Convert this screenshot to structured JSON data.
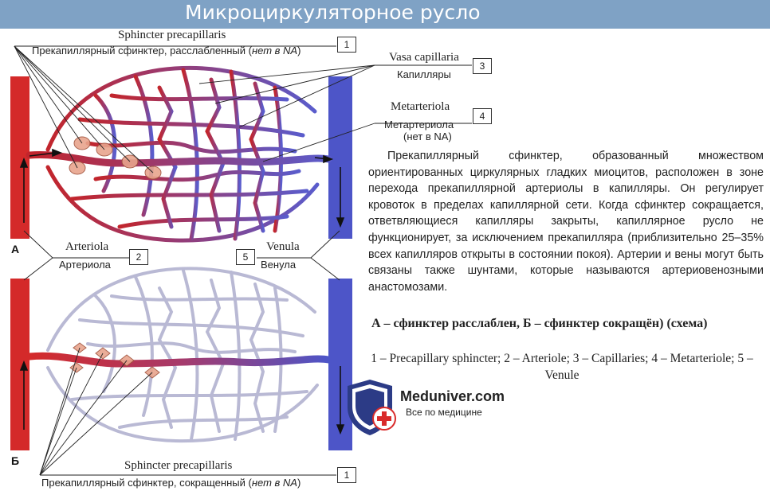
{
  "header": {
    "title": "Микроциркуляторное русло"
  },
  "labels": {
    "sphincter_top_latin": "Sphincter precapillaris",
    "sphincter_top_rus_a": "Прекапиллярный сфинктер, расслабленный (",
    "sphincter_top_rus_em": "нет в NA",
    "sphincter_top_rus_b": ")",
    "vasa_latin": "Vasa capillaria",
    "vasa_rus": "Капилляры",
    "metarteriola_latin": "Metarteriola",
    "metarteriola_rus_a": "Метартериола",
    "metarteriola_rus_b": "(нет в NA)",
    "arteriola_latin": "Arteriola",
    "arteriola_rus": "Артериола",
    "venula_latin": "Venula",
    "venula_rus": "Венула",
    "sphincter_bottom_latin": "Sphincter precapillaris",
    "sphincter_bottom_rus_a": "Прекапиллярный сфинктер, сокращенный (",
    "sphincter_bottom_rus_em": "нет в NA",
    "sphincter_bottom_rus_b": ")",
    "panel_a": "А",
    "panel_b": "Б"
  },
  "numbers": {
    "n1_top": "1",
    "n2": "2",
    "n3": "3",
    "n4": "4",
    "n5": "5",
    "n1_bottom": "1"
  },
  "description": "Прекапиллярный сфинктер, образованный множеством ориентированных циркулярных гладких миоцитов, расположен в зоне перехода прекапиллярной артериолы в капилляры. Он регулирует кровоток в пределах капиллярной сети. Когда сфинктер сокращается, ответвляющиеся капилляры закрыты, капиллярное русло не функционирует, за исключением прекапилляра (приблизительно 25–35% всех капилляров открыты в состоянии покоя). Артерии и вены могут быть связаны также шунтами, которые называются артериовенозными анастомозами.",
  "caption": "А – сфинктер расслаблен, Б – сфинктер сокращён) (схема)",
  "legend": "1 – Precapillary sphincter; 2 – Arteriole; 3 – Capillaries; 4 – Metarteriole; 5 – Venule",
  "logo": {
    "name": "Meduniver.com",
    "tagline": "Все по медицине"
  },
  "colors": {
    "title_bar": "#7fa2c5",
    "arterial": "#d42a2a",
    "venous": "#4d55c8",
    "sphincter": "#e8a58d",
    "closed_capillary": "#b9b9d4"
  }
}
